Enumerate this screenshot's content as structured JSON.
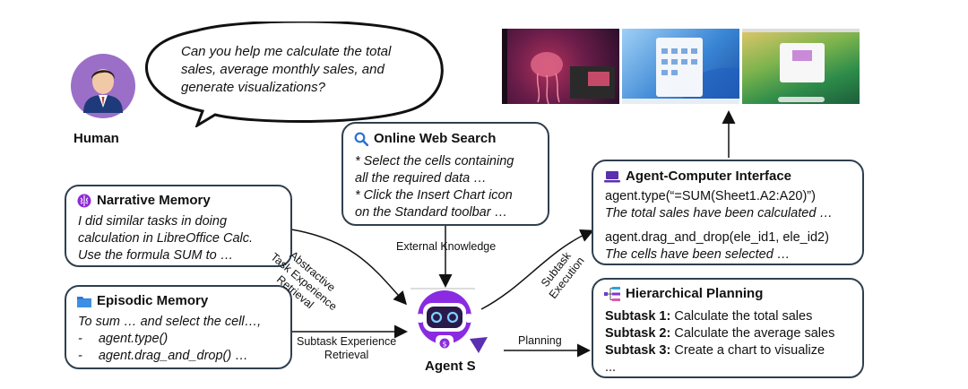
{
  "human": {
    "label": "Human",
    "speech": "Can you help me calculate the total sales, average monthly sales, and generate visualizations?"
  },
  "web_search": {
    "title": "Online Web Search",
    "lines": [
      "* Select the cells containing",
      "all the required data …",
      "* Click the Insert Chart icon",
      "on the Standard toolbar …"
    ]
  },
  "narrative": {
    "title": "Narrative Memory",
    "lines": [
      "I did similar tasks in doing",
      "calculation in LibreOffice Calc.",
      "Use the formula SUM to …"
    ]
  },
  "episodic": {
    "title": "Episodic Memory",
    "line": "To sum … and select the cell…,",
    "bullets": [
      "agent.type()",
      "agent.drag_and_drop() …"
    ],
    "bullet_marker": "-"
  },
  "aci": {
    "title": "Agent-Computer Interface",
    "code1": "agent.type(“=SUM(Sheet1.A2:A20)”)",
    "note1": "The total sales have been calculated …",
    "code2": "agent.drag_and_drop(ele_id1, ele_id2)",
    "note2": "The cells have been selected …"
  },
  "planning": {
    "title": "Hierarchical Planning",
    "subtasks": [
      {
        "label": "Subtask 1:",
        "text": "Calculate the total sales"
      },
      {
        "label": "Subtask 2:",
        "text": "Calculate the average sales"
      },
      {
        "label": "Subtask 3:",
        "text": "Create a chart to visualize"
      }
    ],
    "ellipsis": "..."
  },
  "agent": {
    "label": "Agent S"
  },
  "arrows": {
    "external_knowledge": "External  Knowledge",
    "abstractive": [
      "Abstractive",
      "Task Experience",
      "Retrieval"
    ],
    "subtask_experience": [
      "Subtask Experience",
      "Retrieval"
    ],
    "subtask_execution": [
      "Subtask",
      "Execution"
    ],
    "planning": "Planning"
  },
  "colors": {
    "border": "#2f3f4f",
    "avatar_bg": "#9b6fc8",
    "suit": "#1f3a7a",
    "agent_purple": "#8a2be2",
    "brain_purple": "#8e2bd6",
    "folder_blue": "#2a7ad8",
    "search_blue": "#2a6fd6",
    "monitor_purple": "#5a2fb0"
  }
}
